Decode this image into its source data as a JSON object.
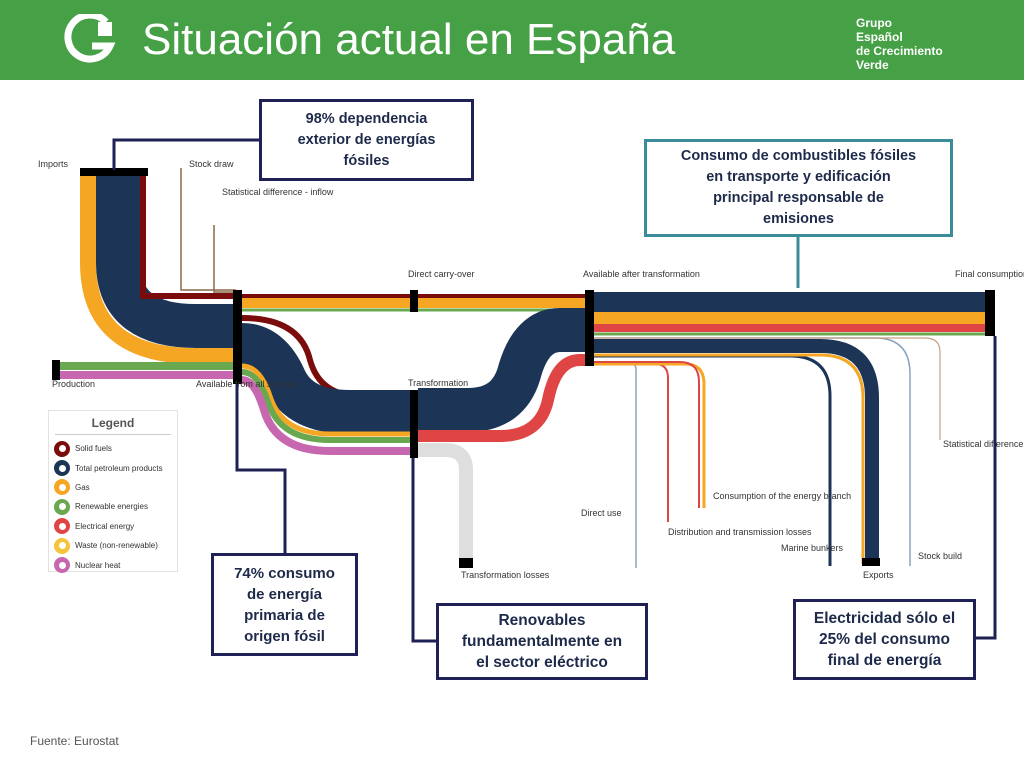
{
  "header": {
    "title": "Situación actual en España",
    "brand_lines": [
      "Grupo",
      "Español",
      "de Crecimiento",
      "Verde"
    ]
  },
  "diagram": {
    "nodes": [
      {
        "id": "imports",
        "label": "Imports"
      },
      {
        "id": "stock_draw",
        "label": "Stock draw"
      },
      {
        "id": "stat_inflow",
        "label": "Statistical difference - inflow"
      },
      {
        "id": "production",
        "label": "Production"
      },
      {
        "id": "available_all",
        "label": "Available from all sources"
      },
      {
        "id": "direct_carry",
        "label": "Direct carry-over"
      },
      {
        "id": "transformation",
        "label": "Transformation"
      },
      {
        "id": "available_after",
        "label": "Available after transformation"
      },
      {
        "id": "final_consumption",
        "label": "Final consumption"
      },
      {
        "id": "transformation_losses",
        "label": "Transformation losses"
      },
      {
        "id": "direct_use",
        "label": "Direct use"
      },
      {
        "id": "distribution_losses",
        "label": "Distribution and transmission losses"
      },
      {
        "id": "consumption_energy_branch",
        "label": "Consumption of the energy branch"
      },
      {
        "id": "marine_bunkers",
        "label": "Marine bunkers"
      },
      {
        "id": "exports",
        "label": "Exports"
      },
      {
        "id": "stock_build",
        "label": "Stock build"
      },
      {
        "id": "stat_outflow",
        "label": "Statistical difference - outflow"
      }
    ],
    "colors": {
      "solid": "#7a0c0c",
      "petroleum": "#1c3557",
      "gas": "#f5a623",
      "renewable": "#6aa84f",
      "electrical": "#e04545",
      "waste": "#f6c33d",
      "nuclear": "#c767b0",
      "losses": "#dedede"
    }
  },
  "legend": {
    "title": "Legend",
    "items": [
      {
        "label": "Solid fuels",
        "color": "#7a0c0c"
      },
      {
        "label": "Total petroleum products",
        "color": "#1c3557"
      },
      {
        "label": "Gas",
        "color": "#f5a623"
      },
      {
        "label": "Renewable energies",
        "color": "#6aa84f"
      },
      {
        "label": "Electrical energy",
        "color": "#e04545"
      },
      {
        "label": "Waste (non-renewable)",
        "color": "#f6c33d"
      },
      {
        "label": "Nuclear heat",
        "color": "#c767b0"
      }
    ]
  },
  "callouts": {
    "dependence": [
      "98% dependencia",
      "exterior de energías",
      "fósiles"
    ],
    "fossil_consumption": [
      "Consumo de combustibles fósiles",
      "en transporte y edificación",
      "principal responsable de",
      "emisiones"
    ],
    "primary_energy": [
      "74% consumo",
      "de energía",
      "primaria de",
      "origen fósil"
    ],
    "renewables": [
      "Renovables",
      "fundamentalmente en",
      "el sector eléctrico"
    ],
    "electricity": [
      "Electricidad sólo el",
      "25% del consumo",
      "final de energía"
    ]
  },
  "footer": {
    "source": "Fuente: Eurostat"
  }
}
